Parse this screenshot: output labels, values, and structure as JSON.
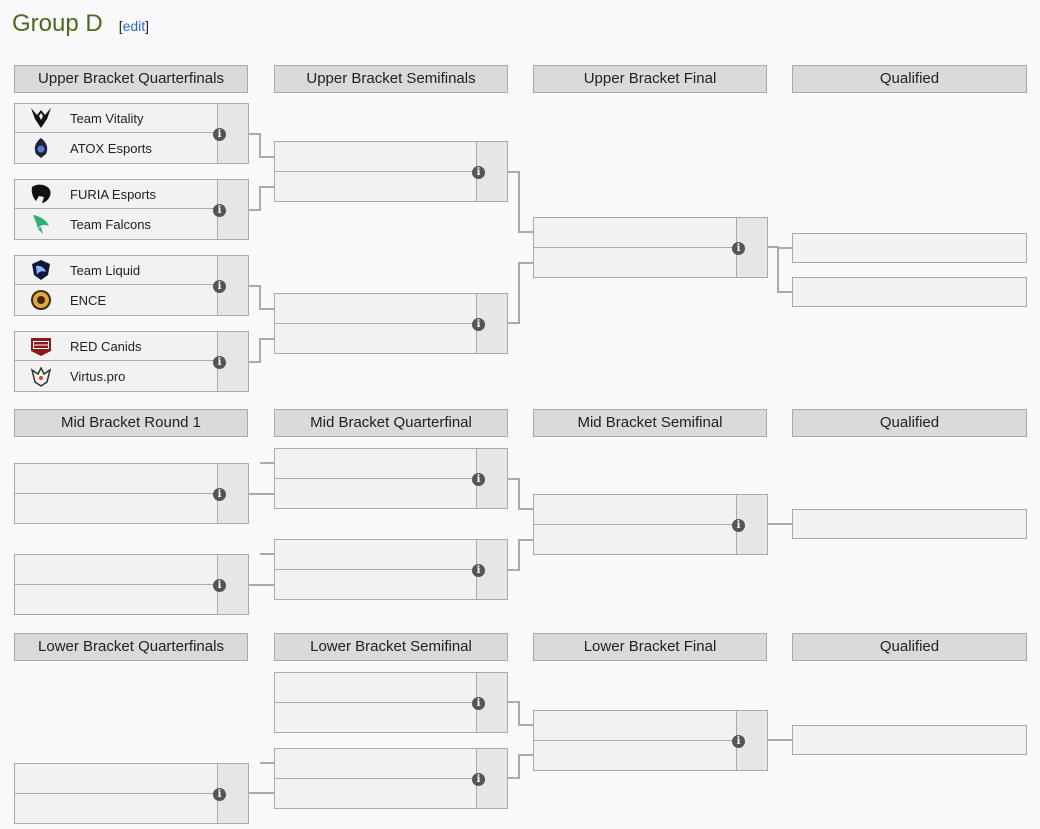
{
  "page": {
    "title": "Group D",
    "edit_label": "edit"
  },
  "upper": {
    "headers": [
      "Upper Bracket Quarterfinals",
      "Upper Bracket Semifinals",
      "Upper Bracket Final",
      "Qualified"
    ],
    "teams": [
      "Team Vitality",
      "ATOX Esports",
      "FURIA Esports",
      "Team Falcons",
      "Team Liquid",
      "ENCE",
      "RED Canids",
      "Virtus.pro"
    ]
  },
  "mid": {
    "headers": [
      "Mid Bracket Round 1",
      "Mid Bracket Quarterfinal",
      "Mid Bracket Semifinal",
      "Qualified"
    ]
  },
  "lower": {
    "headers": [
      "Lower Bracket Quarterfinals",
      "Lower Bracket Semifinal",
      "Lower Bracket Final",
      "Qualified"
    ]
  },
  "icons": {
    "match_info": "info-icon",
    "logo_red_canids_text": "RED CANIDS"
  },
  "colors": {
    "title": "#4a6b1c",
    "link": "#3366cc",
    "header_bg": "#dadada",
    "box_bg": "#f2f2f2",
    "line": "#aaaaaa"
  }
}
